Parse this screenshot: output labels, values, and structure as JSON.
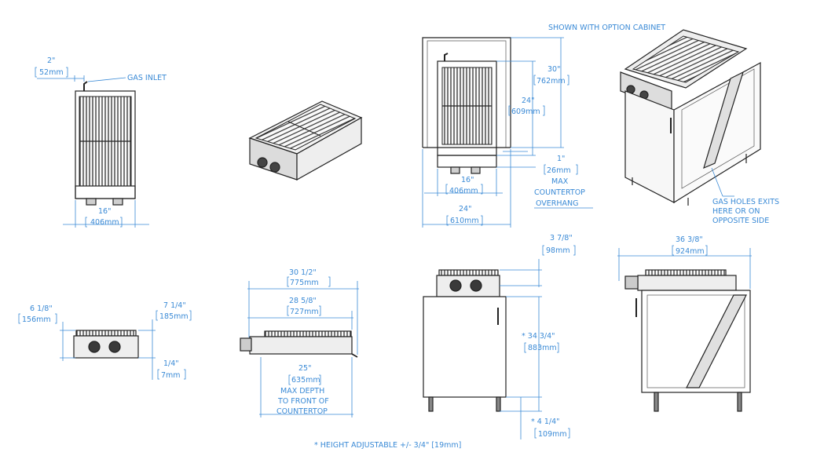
{
  "colors": {
    "dimension": "#3a8ad6",
    "outline": "#222222",
    "grate": "#333333",
    "panel": "#e4e4e4"
  },
  "header_note": "SHOWN WITH OPTION CABINET",
  "footnote": "*  HEIGHT ADJUSTABLE +/- 3/4\" [19mm]",
  "top_view": {
    "inlet_in": "2\"",
    "inlet_mm": "52mm",
    "gas_inlet": "GAS INLET",
    "width_in": "16\"",
    "width_mm": "406mm"
  },
  "cabinet_top": {
    "depth_in": "30\"",
    "depth_mm": "762mm",
    "grill_in": "24\"",
    "grill_mm": "609mm",
    "overhang_in": "1\"",
    "overhang_mm": "26mm",
    "overhang_l1": "MAX",
    "overhang_l2": "COUNTERTOP",
    "overhang_l3": "OVERHANG",
    "grill_w_in": "16\"",
    "grill_w_mm": "406mm",
    "cab_w_in": "24\"",
    "cab_w_mm": "610mm"
  },
  "iso_cabinet": {
    "gas_l1": "GAS HOLES EXITS",
    "gas_l2": "HERE OR ON",
    "gas_l3": "OPPOSITE SIDE"
  },
  "front_view": {
    "height_in": "6 1/8\"",
    "height_mm": "156mm",
    "body_in": "7 1/4\"",
    "body_mm": "185mm",
    "gap_in": "1/4\"",
    "gap_mm": "7mm"
  },
  "side_view": {
    "overall_in": "30 1/2\"",
    "overall_mm": "775mm",
    "body_in": "28 5/8\"",
    "body_mm": "727mm",
    "depth_in": "25\"",
    "depth_mm": "635mm",
    "depth_l1": "MAX DEPTH",
    "depth_l2": "TO FRONT OF",
    "depth_l3": "COUNTERTOP"
  },
  "cabinet_front": {
    "top_in": "3 7/8\"",
    "top_mm": "98mm",
    "height_in": "*  34 3/4\"",
    "height_mm": "883mm",
    "leg_in": "*   4 1/4\"",
    "leg_mm": "109mm"
  },
  "cabinet_side": {
    "width_in": "36 3/8\"",
    "width_mm": "924mm"
  }
}
